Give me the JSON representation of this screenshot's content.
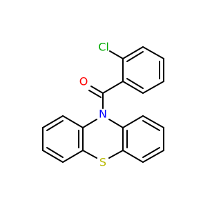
{
  "atoms": {
    "chlorine": {
      "label": "Cl",
      "color": "#00aa00"
    },
    "oxygen": {
      "label": "O",
      "color": "#ff0000"
    },
    "nitrogen": {
      "label": "N",
      "color": "#0000ff"
    },
    "sulfur": {
      "label": "S",
      "color": "#b8b800"
    }
  },
  "bond_color": "#000000"
}
